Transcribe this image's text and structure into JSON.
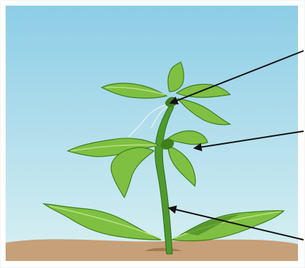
{
  "figure": {
    "kind": "labeled-plant-diagram",
    "labels_visible": false,
    "pointer_count": 3,
    "pointers": [
      {
        "part": "bud-at-top-node"
      },
      {
        "part": "middle-leaf-node"
      },
      {
        "part": "stem"
      }
    ]
  },
  "colors": {
    "sky_top": "#8ccde6",
    "sky_bottom": "#d6eff2",
    "soil": "#c6a078",
    "soil_dark": "#a07a55",
    "leaf": "#7fc043",
    "leaf_dark": "#3f7f1c",
    "leaf_light": "#b9e07c",
    "stem": "#4f9a2c",
    "stem_dark": "#2f6a17",
    "arrow": "#111111",
    "border": "#e8e8e8"
  }
}
